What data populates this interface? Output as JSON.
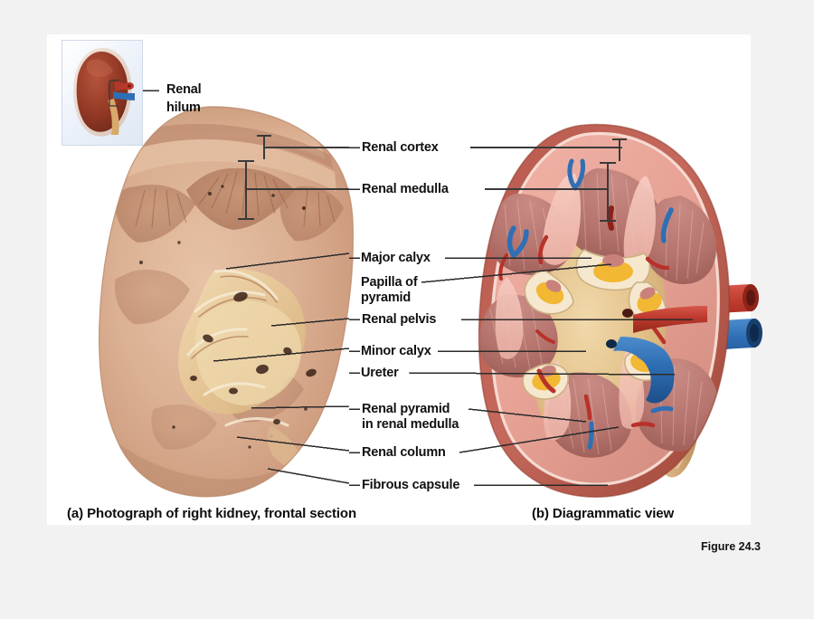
{
  "figure": {
    "number_label": "Figure 24.3",
    "background_color": "#f2f2f2",
    "card_color": "#ffffff"
  },
  "inset": {
    "name": "whole-kidney-inset",
    "label": "Renal\nhilum",
    "label_line1": "Renal",
    "label_line2": "hilum",
    "kidney_color": "#9e3b28",
    "artery_color": "#c0392b",
    "vein_color": "#2f6fb5",
    "ureter_color": "#d8a968"
  },
  "panels": [
    {
      "id": "a",
      "caption": "(a) Photograph of right kidney, frontal section"
    },
    {
      "id": "b",
      "caption": "(b) Diagrammatic view"
    }
  ],
  "labels": [
    {
      "key": "renal_cortex",
      "text": "Renal cortex",
      "text2": ""
    },
    {
      "key": "renal_medulla",
      "text": "Renal medulla",
      "text2": ""
    },
    {
      "key": "major_calyx",
      "text": "Major calyx",
      "text2": ""
    },
    {
      "key": "papilla",
      "text": "Papilla of",
      "text2": "pyramid"
    },
    {
      "key": "renal_pelvis",
      "text": "Renal pelvis",
      "text2": ""
    },
    {
      "key": "minor_calyx",
      "text": "Minor calyx",
      "text2": ""
    },
    {
      "key": "ureter",
      "text": "Ureter",
      "text2": ""
    },
    {
      "key": "renal_pyramid",
      "text": "Renal pyramid",
      "text2": "in renal medulla"
    },
    {
      "key": "renal_column",
      "text": "Renal column",
      "text2": ""
    },
    {
      "key": "fibrous_capsule",
      "text": "Fibrous capsule",
      "text2": ""
    }
  ],
  "colors": {
    "leader_line": "#2b2b2b",
    "bracket": "#3a3a3a",
    "photo_cortex": "#d9a88a",
    "photo_medulla": "#c08a6d",
    "photo_pelvis": "#e7c79b",
    "photo_outer": "#c69577",
    "diagram_capsule": "#c9695a",
    "diagram_cortex": "#e6a295",
    "diagram_medulla": "#b9746d",
    "diagram_column": "#f0b8ad",
    "diagram_pelvis": "#e2c08a",
    "diagram_fat": "#f2b733",
    "artery_red": "#c0392b",
    "vein_blue": "#2f6fb5",
    "ureter_tan": "#d2a876"
  }
}
